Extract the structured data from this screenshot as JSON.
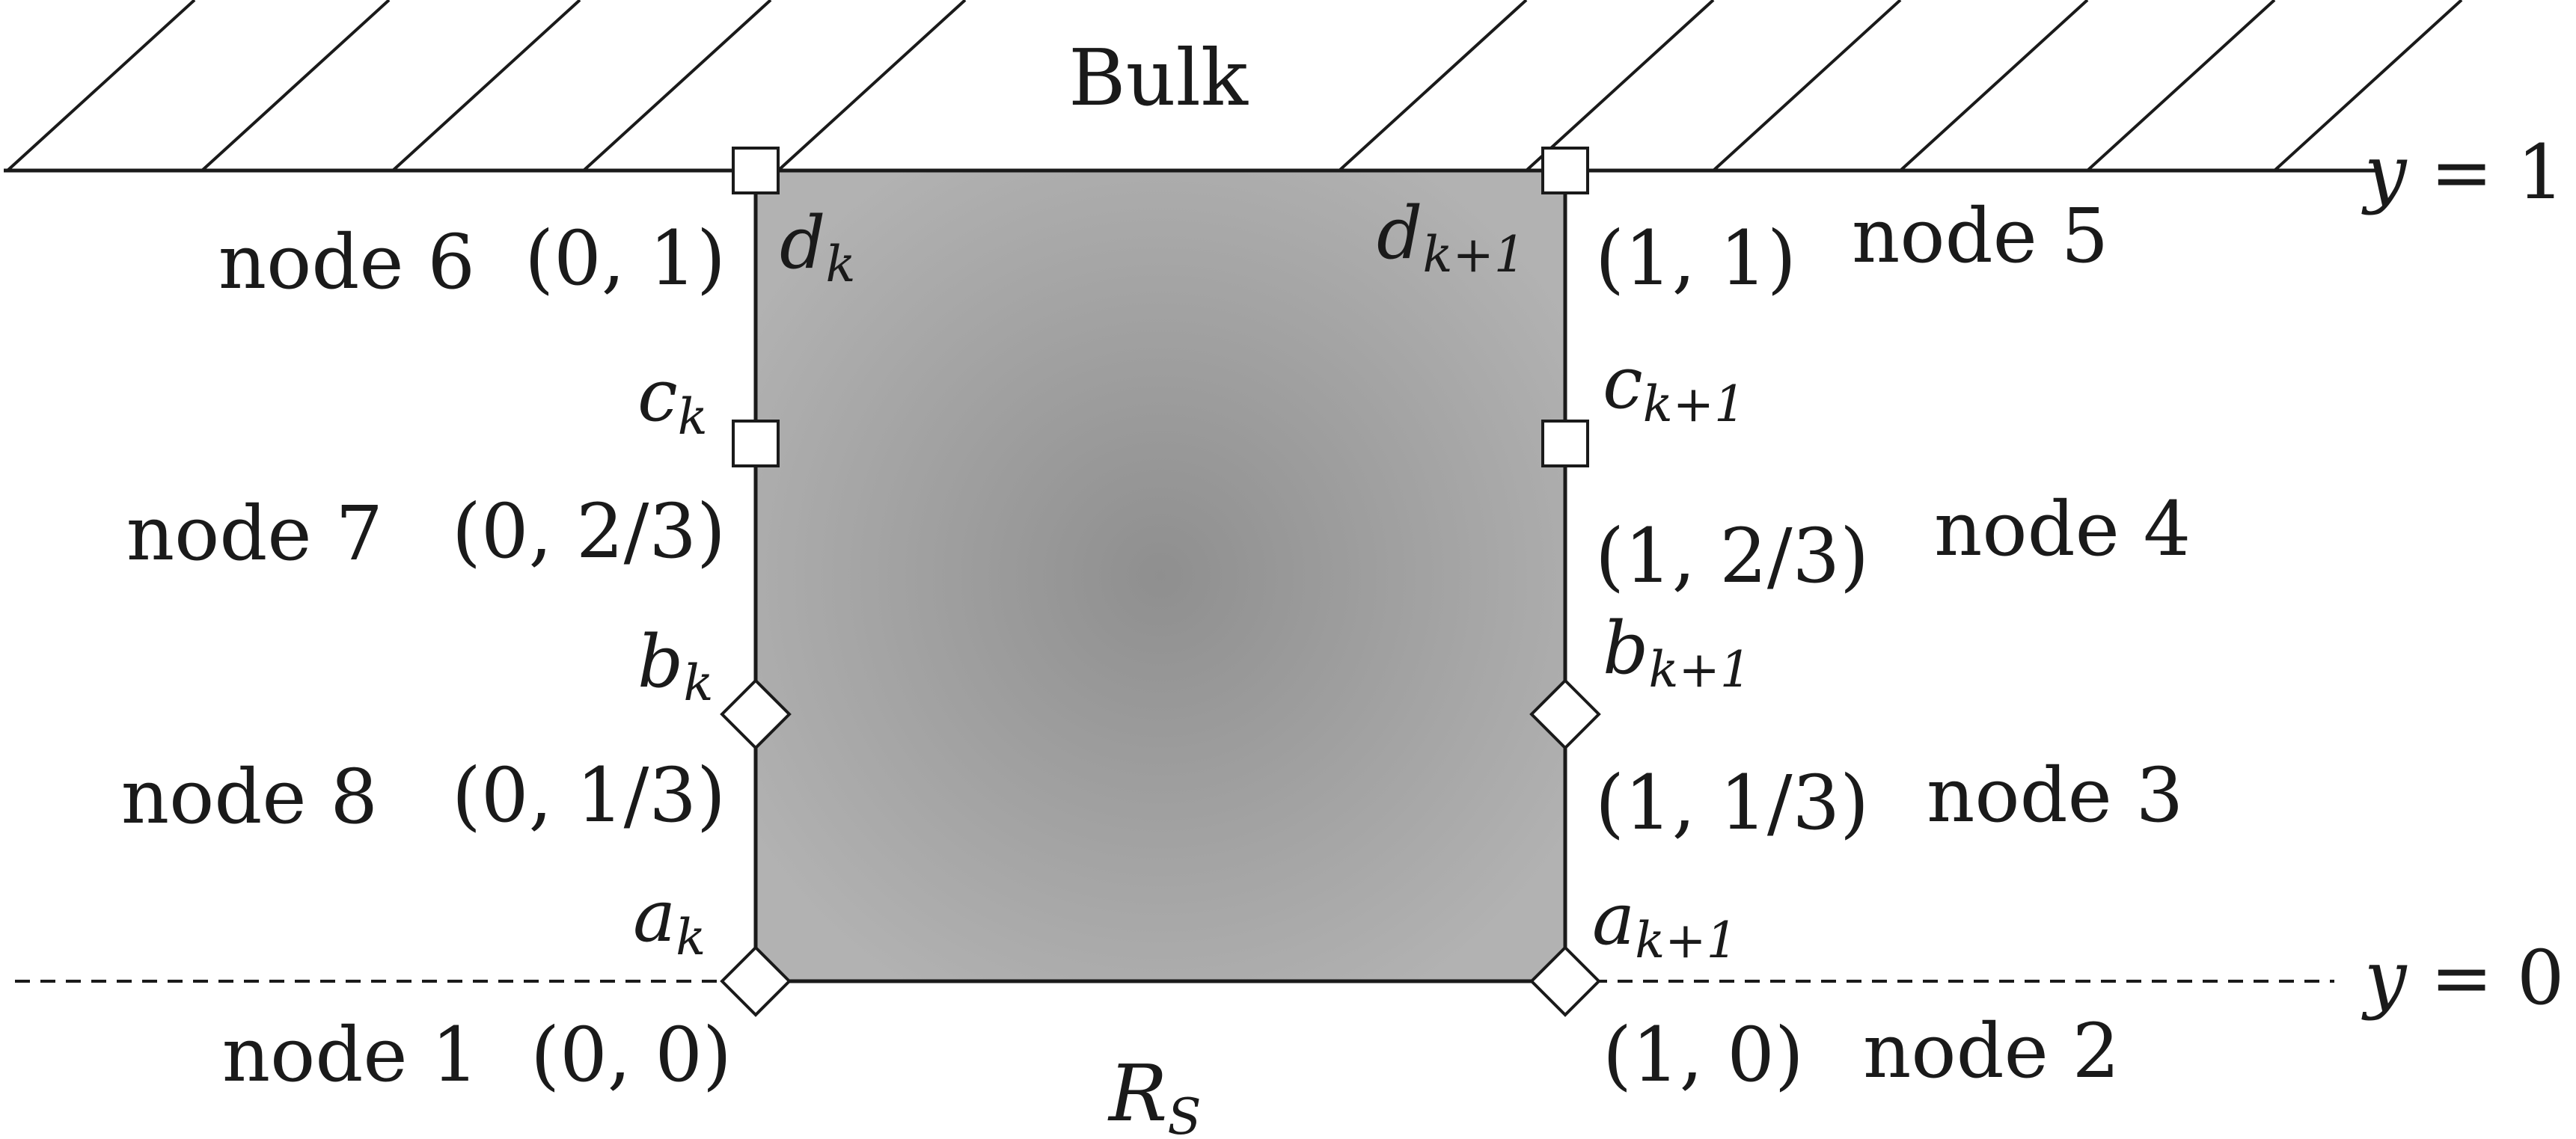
{
  "diagram": {
    "top_label": "Bulk",
    "bottom_label_main": "R",
    "bottom_label_sub": "S",
    "line_top_label": "y = 1",
    "line_bottom_label": "y = 0",
    "nodes": [
      {
        "name": "node 1",
        "coord": "(0, 0)",
        "var": "a",
        "sub": "k",
        "marker": "diamond"
      },
      {
        "name": "node 2",
        "coord": "(1, 0)",
        "var": "a",
        "sub": "k+1",
        "marker": "diamond"
      },
      {
        "name": "node 3",
        "coord": "(1, 1/3)",
        "var": "b",
        "sub": "k+1",
        "marker": "diamond"
      },
      {
        "name": "node 4",
        "coord": "(1, 2/3)",
        "var": "c",
        "sub": "k+1",
        "marker": "square"
      },
      {
        "name": "node 5",
        "coord": "(1, 1)",
        "var": "d",
        "sub": "k+1",
        "marker": "square"
      },
      {
        "name": "node 6",
        "coord": "(0, 1)",
        "var": "d",
        "sub": "k",
        "marker": "square"
      },
      {
        "name": "node 7",
        "coord": "(0, 2/3)",
        "var": "c",
        "sub": "k",
        "marker": "square"
      },
      {
        "name": "node 8",
        "coord": "(0, 1/3)",
        "var": "b",
        "sub": "k",
        "marker": "diamond"
      }
    ],
    "colors": {
      "element_fill_center": "#8f8f8f",
      "element_fill_edge": "#b2b2b2",
      "line": "#1a1a1a",
      "marker_fill": "#ffffff"
    }
  }
}
